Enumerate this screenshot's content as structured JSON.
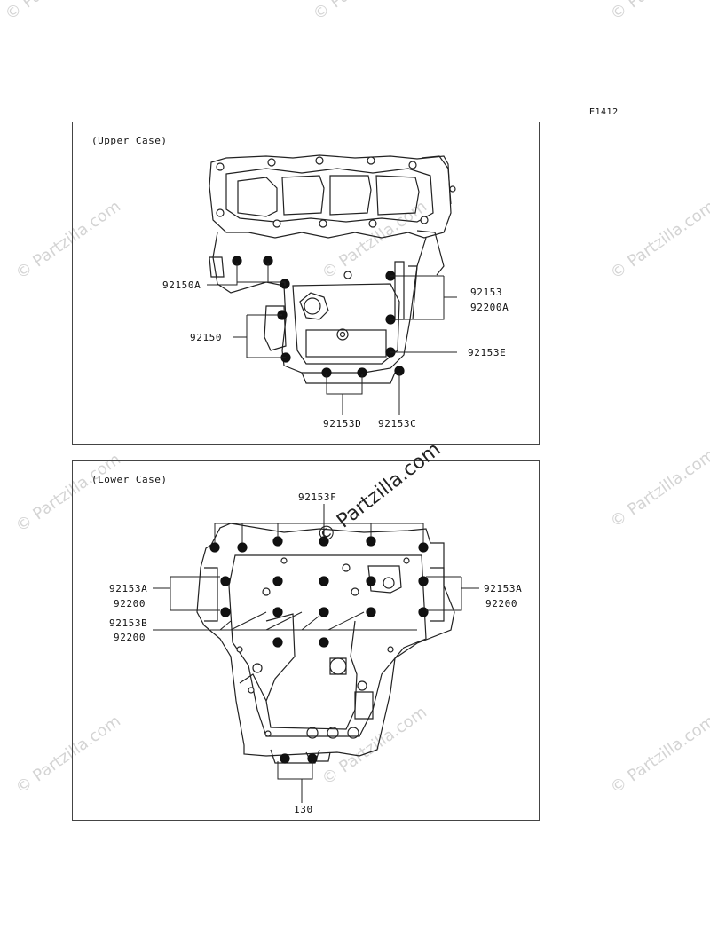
{
  "diagram_code": "E1412",
  "watermark_text": "© Partzilla.com",
  "upper_case": {
    "title": "(Upper Case)",
    "labels": {
      "l92150A": "92150A",
      "l92150": "92150",
      "l92153": "92153",
      "l92200A": "92200A",
      "l92153E": "92153E",
      "l92153D": "92153D",
      "l92153C": "92153C"
    }
  },
  "lower_case": {
    "title": "(Lower Case)",
    "labels": {
      "l92153F": "92153F",
      "left_a1": "92153A",
      "left_a2": "92200",
      "left_b1": "92153B",
      "left_b2": "92200",
      "right_a1": "92153A",
      "right_a2": "92200",
      "l130": "130"
    }
  }
}
